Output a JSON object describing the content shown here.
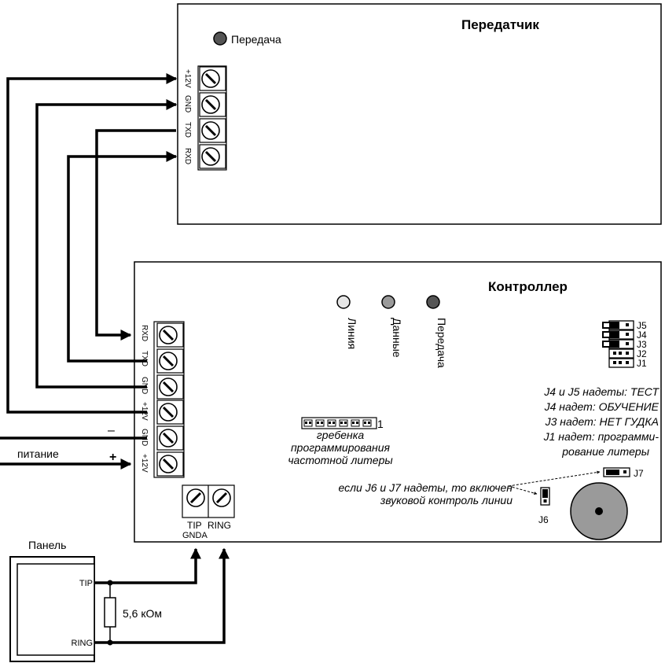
{
  "transmitter": {
    "title": "Передатчик",
    "led_label": "Передача",
    "terminals": [
      "+12V",
      "GND",
      "TXD",
      "RXD"
    ]
  },
  "controller": {
    "title": "Контроллер",
    "leds": [
      {
        "label": "Линия",
        "color": "#e6e6e6"
      },
      {
        "label": "Данные",
        "color": "#9a9a9a"
      },
      {
        "label": "Передача",
        "color": "#555555"
      }
    ],
    "terminals": [
      "RXD",
      "TXD",
      "GND",
      "+12V",
      "GND",
      "+12V"
    ],
    "phone_terminals": {
      "tip": "TIP",
      "ring": "RING",
      "gnda": "GNDA"
    },
    "comb": {
      "pin_label": "1",
      "caption": [
        "гребенка",
        "программирования",
        "частотной литеры"
      ]
    },
    "jumpers": [
      "J5",
      "J4",
      "J3",
      "J2",
      "J1"
    ],
    "jumper_notes": [
      "J4 и J5 надеты: ТЕСТ",
      "J4 надет: ОБУЧЕНИЕ",
      "J3 надет: НЕТ ГУДКА",
      "J1 надет: программи-",
      "рование литеры"
    ],
    "audio_note": [
      "если J6 и J7 надеты, то включен",
      "звуковой контроль линии"
    ],
    "j6_label": "J6",
    "j7_label": "J7"
  },
  "power": {
    "label": "питание",
    "minus": "–",
    "plus": "+"
  },
  "panel": {
    "title": "Панель",
    "tip": "TIP",
    "ring": "RING",
    "resistor": "5,6 кОм"
  },
  "colors": {
    "line": "#000000",
    "led_dark": "#555555",
    "buzzer": "#9a9a9a"
  }
}
